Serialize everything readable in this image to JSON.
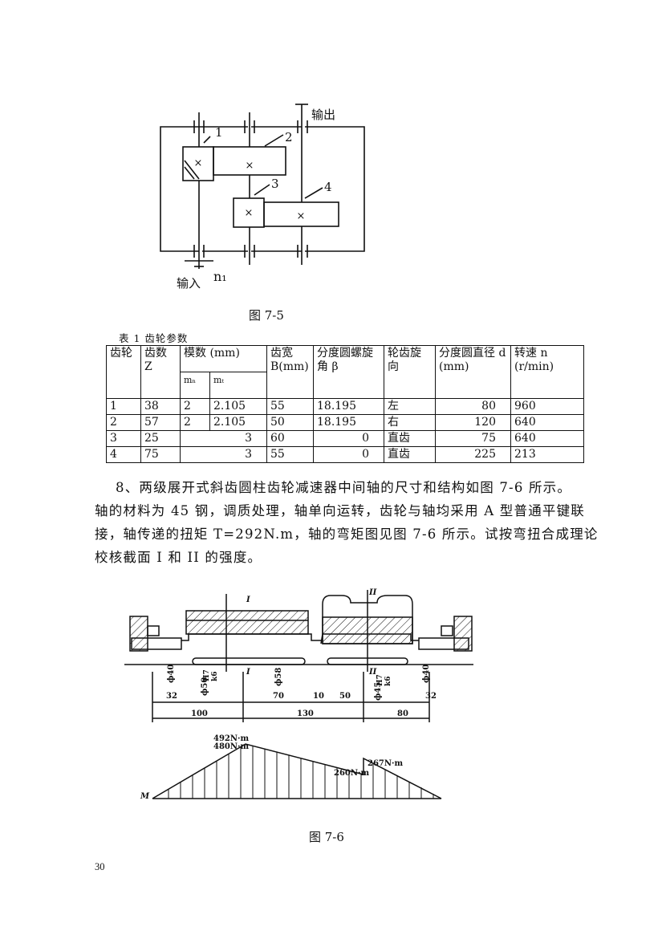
{
  "fig75": {
    "label_output": "输出",
    "label_input": "输入",
    "label_n1": "n₁",
    "gear_labels": [
      "1",
      "2",
      "3",
      "4"
    ],
    "caption": "图 7-5"
  },
  "table": {
    "caption": "表 1   齿轮参数",
    "headers": {
      "gear": "齿轮",
      "z": "齿数 Z",
      "module": "模数 (mm)",
      "mn": "mₙ",
      "mt": "mₜ",
      "width": "齿宽 B(mm)",
      "beta": "分度圆螺旋角 β",
      "hand": "轮齿旋向",
      "diam": "分度圆直径 d (mm)",
      "speed": "转速 n (r/min)"
    },
    "rows": [
      {
        "gear": "1",
        "z": "38",
        "mn": "2",
        "mt": "2.105",
        "width": "55",
        "beta": "18.195",
        "hand": "左",
        "diam": "80",
        "speed": "960"
      },
      {
        "gear": "2",
        "z": "57",
        "mn": "2",
        "mt": "2.105",
        "width": "50",
        "beta": "18.195",
        "hand": "右",
        "diam": "120",
        "speed": "640"
      },
      {
        "gear": "3",
        "z": "25",
        "m": "3",
        "width": "60",
        "beta": "0",
        "hand": "直齿",
        "diam": "75",
        "speed": "640"
      },
      {
        "gear": "4",
        "z": "75",
        "m": "3",
        "width": "55",
        "beta": "0",
        "hand": "直齿",
        "diam": "225",
        "speed": "213"
      }
    ]
  },
  "problem": {
    "line1": "8、两级展开式斜齿圆柱齿轮减速器中间轴的尺寸和结构如图 7-6 所示。",
    "line2": "轴的材料为 45 钢，调质处理，轴单向运转，齿轮与轴均采用 A 型普通平键联",
    "line3": "接，轴传递的扭矩 T=292N.m，轴的弯矩图见图 7-6 所示。试按弯扭合成理论",
    "line4": "校核截面 I 和 II 的强度。"
  },
  "fig76": {
    "section_I": "I",
    "section_II": "II",
    "dia_40_left": "ϕ40",
    "dia_50": "ϕ50",
    "fit_H7": "H7",
    "fit_k6": "k6",
    "dia_58": "ϕ58",
    "dia_45": "ϕ45",
    "dia_40_right": "ϕ40",
    "dim_32_left": "32",
    "dim_70": "70",
    "dim_10": "10",
    "dim_50": "50",
    "dim_32_right": "32",
    "dim_100": "100",
    "dim_130": "130",
    "dim_80": "80",
    "moment_492": "492N·m",
    "moment_480": "480N·m",
    "moment_267": "267N·m",
    "moment_260": "260N·m",
    "moment_axis": "M",
    "caption": "图 7-6"
  },
  "page_number": "30"
}
